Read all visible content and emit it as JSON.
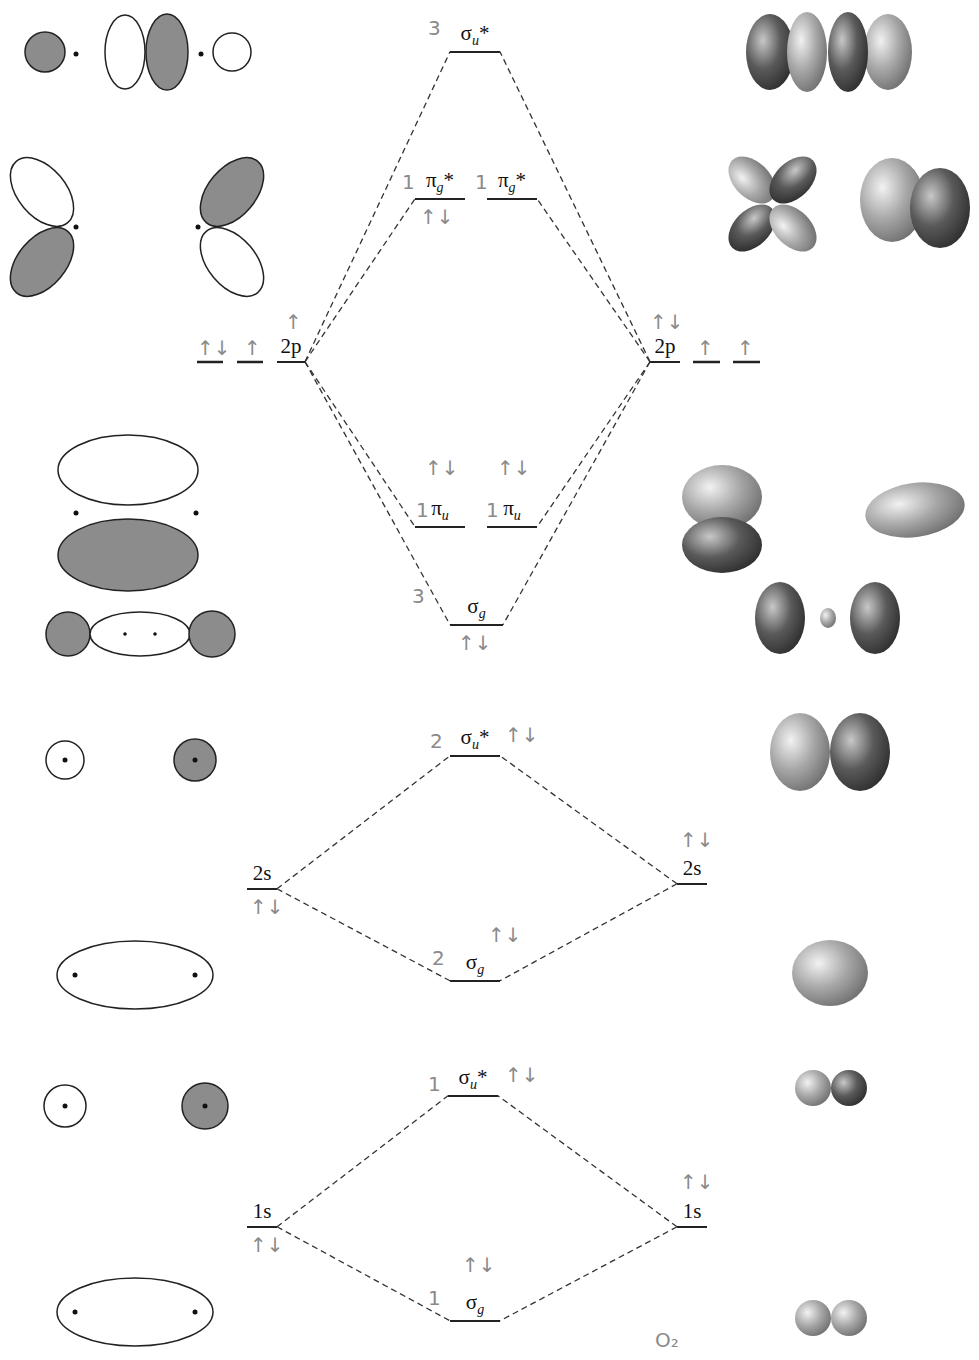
{
  "diagram": {
    "nodes": [
      {
        "text": [
          "σu*"
        ]
      },
      {
        "text": [
          "πg*"
        ]
      },
      {
        "text": [
          "πg*"
        ]
      },
      {
        "text": [
          "2p"
        ]
      },
      {
        "text": [
          "2p"
        ]
      },
      {
        "text": [
          "πu"
        ]
      },
      {
        "text": [
          "πu"
        ]
      },
      {
        "text": [
          "σg"
        ]
      },
      {
        "text": [
          "σu*"
        ]
      },
      {
        "text": [
          "2s"
        ]
      },
      {
        "text": [
          "2s"
        ]
      },
      {
        "text": [
          "σg"
        ]
      },
      {
        "text": [
          "σu*"
        ]
      },
      {
        "text": [
          "1s"
        ]
      },
      {
        "text": [
          "1s"
        ]
      },
      {
        "text": [
          "σg"
        ]
      }
    ],
    "edges": [
      {
        "from": 3,
        "to": 0,
        "arrow": "none"
      },
      {
        "from": 3,
        "to": 1,
        "arrow": "none"
      },
      {
        "from": 3,
        "to": 5,
        "arrow": "none"
      },
      {
        "from": 3,
        "to": 7,
        "arrow": "none"
      },
      {
        "from": 4,
        "to": 0,
        "arrow": "none"
      },
      {
        "from": 4,
        "to": 2,
        "arrow": "none"
      },
      {
        "from": 4,
        "to": 6,
        "arrow": "none"
      },
      {
        "from": 4,
        "to": 7,
        "arrow": "none"
      },
      {
        "from": 9,
        "to": 8,
        "arrow": "none"
      },
      {
        "from": 9,
        "to": 11,
        "arrow": "none"
      },
      {
        "from": 10,
        "to": 8,
        "arrow": "none"
      },
      {
        "from": 10,
        "to": 11,
        "arrow": "none"
      },
      {
        "from": 13,
        "to": 12,
        "arrow": "none"
      },
      {
        "from": 13,
        "to": 15,
        "arrow": "none"
      },
      {
        "from": 14,
        "to": 12,
        "arrow": "none"
      },
      {
        "from": 14,
        "to": 15,
        "arrow": "none"
      }
    ],
    "labels": [
      "3",
      "1",
      "1",
      "↑↓",
      "↑↓",
      "↑",
      "↑",
      "↑↓",
      "↑",
      "↑",
      "↑↓",
      "↑↓",
      "1",
      "1",
      "3",
      "↑↓",
      "2",
      "↑↓",
      "↑↓",
      "↑↓",
      "2",
      "↑↓",
      "1",
      "↑↓",
      "↑↓",
      "↑↓",
      "1",
      "↑↓",
      "O₂"
    ]
  }
}
